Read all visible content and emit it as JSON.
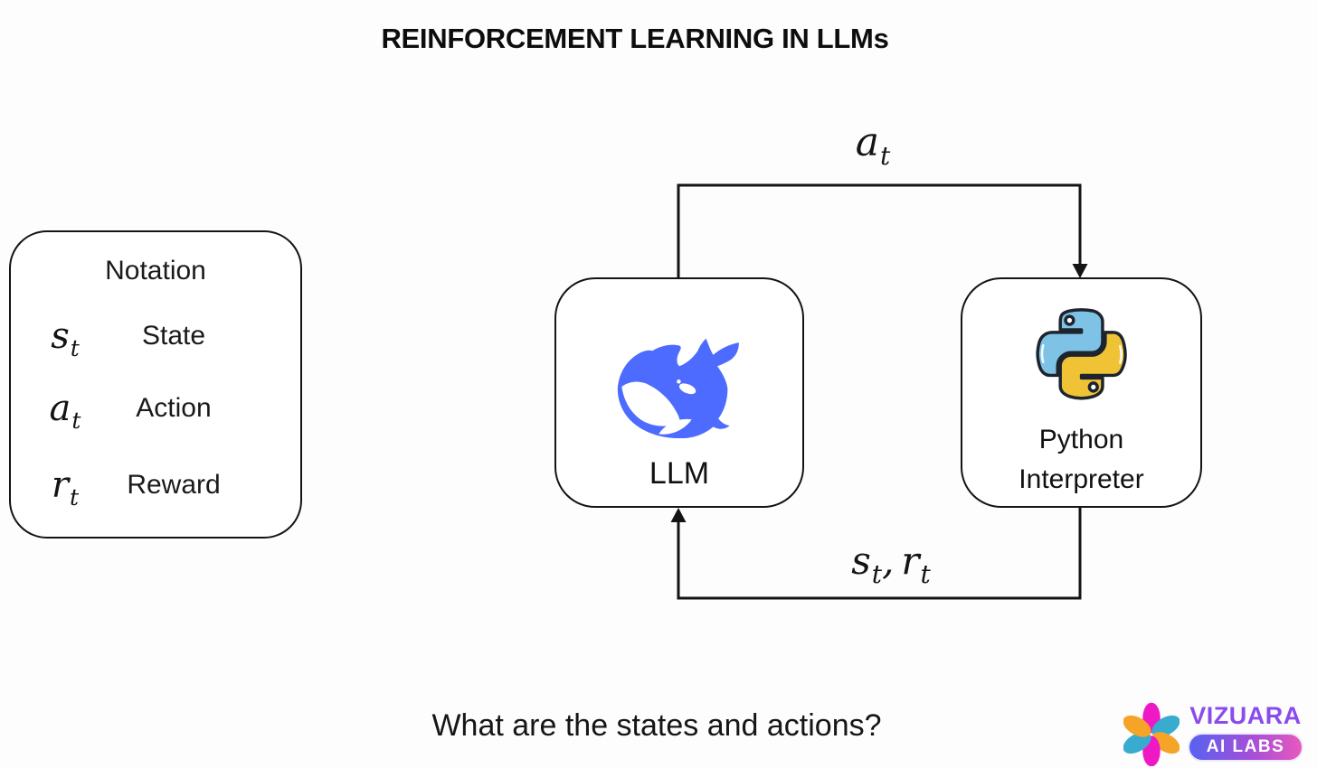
{
  "title": "REINFORCEMENT LEARNING IN LLMs",
  "notation_panel": {
    "header": "Notation",
    "rows": [
      {
        "symbol": "s",
        "subscript": "t",
        "label": "State"
      },
      {
        "symbol": "a",
        "subscript": "t",
        "label": "Action"
      },
      {
        "symbol": "r",
        "subscript": "t",
        "label": "Reward"
      }
    ]
  },
  "diagram": {
    "llm_box": {
      "label": "LLM",
      "icon": "deepseek-whale-icon"
    },
    "python_box": {
      "line1": "Python",
      "line2": "Interpreter",
      "icon": "python-icon"
    },
    "top_arrow": {
      "symbol": "a",
      "subscript": "t",
      "direction": "llm-to-python"
    },
    "bottom_arrow": {
      "symbol1": "s",
      "subscript1": "t",
      "separator": ",",
      "symbol2": "r",
      "subscript2": "t",
      "direction": "python-to-llm"
    }
  },
  "question": "What are the states and actions?",
  "branding": {
    "name": "VIZUARA",
    "badge": "AI LABS",
    "icon": "flower-icon",
    "colors": {
      "brand_purple": "#8A4BEE",
      "pill_start": "#5762F0",
      "pill_end": "#E858BE",
      "petal_magenta": "#EE18C5",
      "petal_teal": "#38ACCF",
      "petal_orange": "#F6A428"
    }
  },
  "colors": {
    "deepseek_blue": "#4D6BFE",
    "python_blue": "#7EC3E6",
    "python_yellow": "#F0C337",
    "python_outline": "#1E242E",
    "line": "#141414"
  }
}
